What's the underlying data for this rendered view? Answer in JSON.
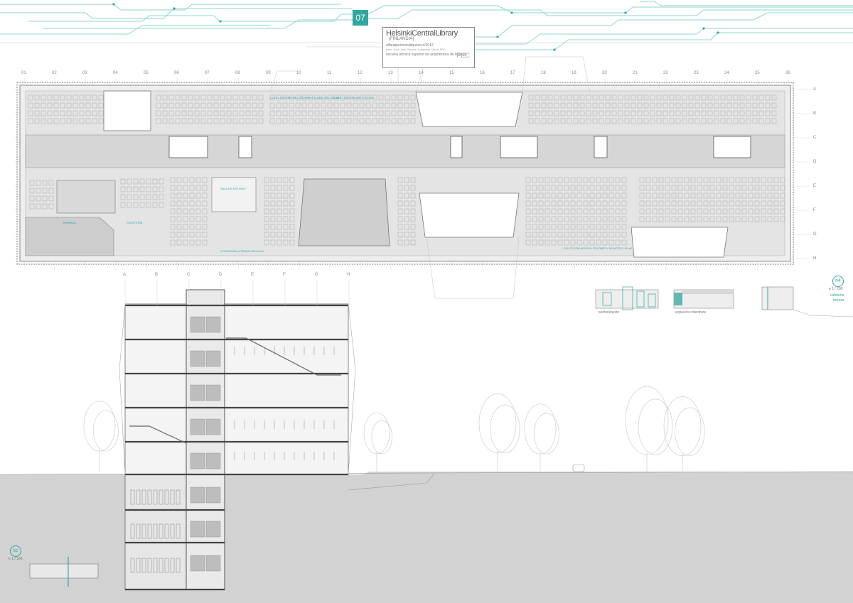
{
  "sheet": {
    "number": "07",
    "title": "HelsinkiCentralLibrary",
    "subtitle": "(FINLANDIA)",
    "line1": "alfaraparreracatiqueza e/2012",
    "line2": "tutor: Juan José Gavino Guitarman  /  Autor PFC",
    "line3": "escuela técnica superior de arquitectura de Málaga",
    "mark": "PEC",
    "accent_color": "#2fa8a0",
    "line_color": "#8fd6cf"
  },
  "plan": {
    "col_labels": [
      "01",
      "02",
      "03",
      "04",
      "05",
      "06",
      "07",
      "08",
      "09",
      "10",
      "11",
      "12",
      "13",
      "14",
      "15",
      "16",
      "17",
      "18",
      "19",
      "20",
      "21",
      "22",
      "23",
      "24",
      "25",
      "26"
    ],
    "row_labels": [
      "A",
      "B",
      "C",
      "D",
      "E",
      "F",
      "G",
      "H"
    ],
    "room_labels": [
      "COLECCIÓN MÚSICA JÓVENES Y ADULTOS  236 m2",
      "COLECCIÓN INFANTIL  190 m2",
      "SALA DE ESTUDIO",
      "COLECCIÓN LITERATURA  95 m2",
      "COLECCIÓN MÚSICA JÓVENES Y ADULTOS  141 m2",
      "CAFETERÍA",
      "TERRAZA"
    ]
  },
  "section": {
    "col_labels": [
      "A",
      "B",
      "C",
      "D",
      "E",
      "F",
      "G",
      "H"
    ]
  },
  "keys": {
    "plan_badge": "n4",
    "plan_scale": "e 1 / 200",
    "plan_legend_a": "cafetería",
    "plan_legend_b": "terraza",
    "mini_1": "sectorización",
    "mini_2": "espacios colectivos",
    "section_badge": "cc",
    "section_scale": "e 1 / 100"
  }
}
